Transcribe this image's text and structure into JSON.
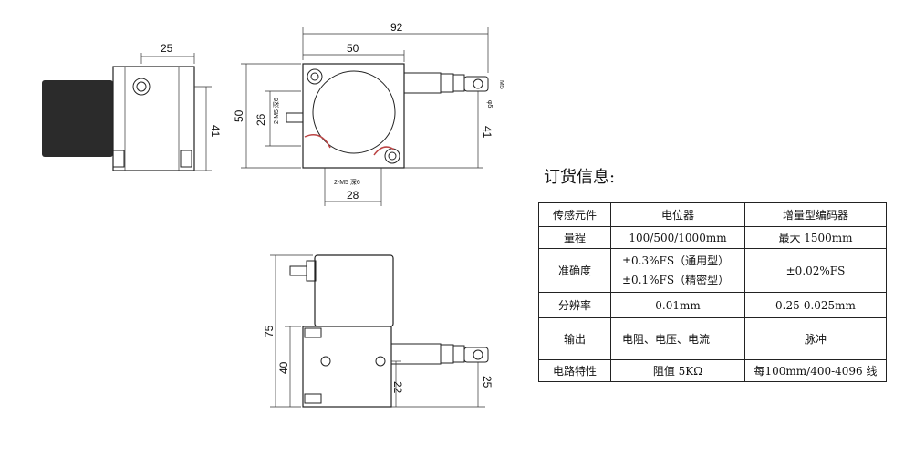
{
  "order_title": "订货信息:",
  "table": {
    "headers": [
      "传感元件",
      "电位器",
      "增量型编码器"
    ],
    "rows": [
      {
        "label": "量程",
        "pot": [
          "100/500/1000mm"
        ],
        "enc": "最大 1500mm"
      },
      {
        "label": "准确度",
        "pot": [
          "±0.3%FS（通用型）",
          "±0.1%FS（精密型）"
        ],
        "enc": "±0.02%FS"
      },
      {
        "label": "分辨率",
        "pot": [
          "0.01mm"
        ],
        "enc": "0.25-0.025mm"
      },
      {
        "label": "输出",
        "pot": [
          "电阻、电压、电流"
        ],
        "enc": "脉冲"
      },
      {
        "label": "电路特性",
        "pot": [
          "阻值 5KΩ"
        ],
        "enc": "每100mm/400-4096 线"
      }
    ]
  },
  "dimensions": {
    "side_top": "25",
    "side_height": "41",
    "front_total_width": "92",
    "front_body_width": "50",
    "front_height": "50",
    "front_hole_span": "26",
    "front_right_height": "41",
    "front_bottom": "28",
    "hole_note_left": "2-M5 深6",
    "hole_note_bottom": "2-M5 深6",
    "m5_label": "M5",
    "phi_label": "φ5",
    "bottom_total_height": "75",
    "bottom_body_height": "40",
    "bottom_hole_offset": "22",
    "bottom_right_height": "25"
  }
}
